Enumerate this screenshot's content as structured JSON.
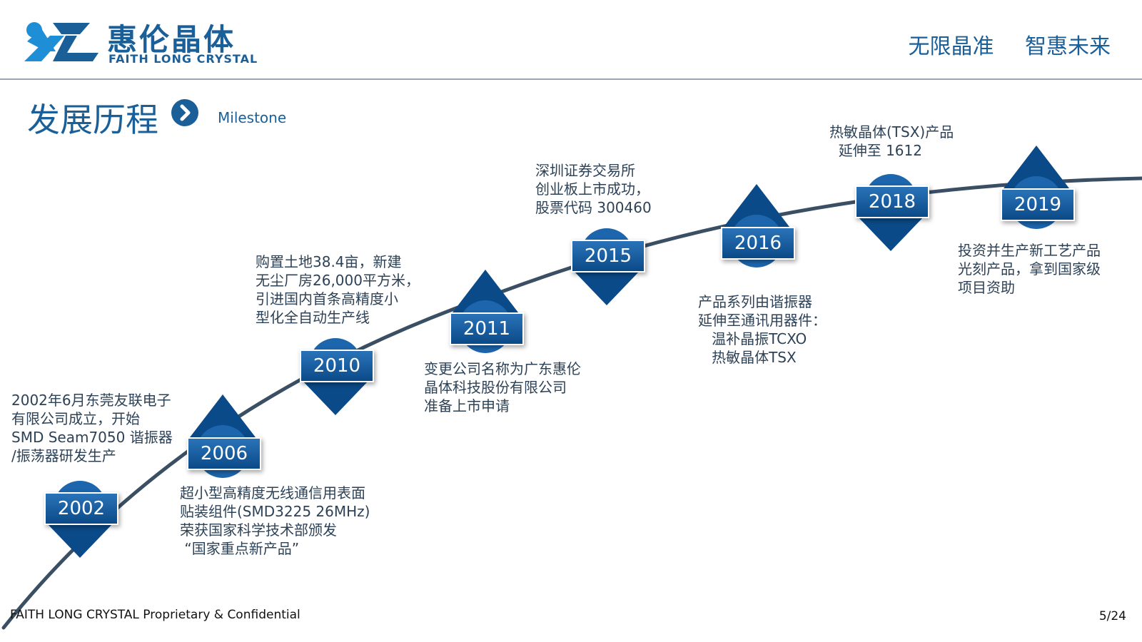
{
  "header": {
    "logo_cn": "惠伦晶体",
    "logo_en": "FAITH LONG CRYSTAL",
    "slogan": [
      "无限晶准",
      "智惠未来"
    ]
  },
  "title": {
    "cn": "发展历程",
    "en": "Milestone"
  },
  "milestones": [
    {
      "year": "2002",
      "text": "2002年6月东莞友联电子\n有限公司成立，开始\nSMD Seam7050 谐振器\n/振荡器研发生产"
    },
    {
      "year": "2006",
      "text": "超小型高精度无线通信用表面\n贴装组件(SMD3225 26MHz)\n荣获国家科学技术部颁发\n “国家重点新产品”"
    },
    {
      "year": "2010",
      "text": "购置土地38.4亩，新建\n无尘厂房26,000平方米，\n引进国内首条高精度小\n型化全自动生产线"
    },
    {
      "year": "2011",
      "text": "变更公司名称为广东惠伦\n晶体科技股份有限公司\n准备上市申请"
    },
    {
      "year": "2015",
      "text": "深圳证券交易所\n创业板上市成功，\n股票代码 300460"
    },
    {
      "year": "2016",
      "text": "产品系列由谐振器\n延伸至通讯用器件：\n   温补晶振TCXO\n   热敏晶体TSX"
    },
    {
      "year": "2018",
      "text": "热敏晶体(TSX)产品\n  延伸至 1612"
    },
    {
      "year": "2019",
      "text": "投资并生产新工艺产品\n光刻产品，拿到国家级\n项目资助"
    }
  ],
  "footer": {
    "left": "FAITH LONG CRYSTAL Proprietary & Confidential",
    "right": "5/24"
  },
  "colors": {
    "brand": "#1b5f99",
    "marker": "#0b4a88",
    "curve": "#3a4f63"
  }
}
